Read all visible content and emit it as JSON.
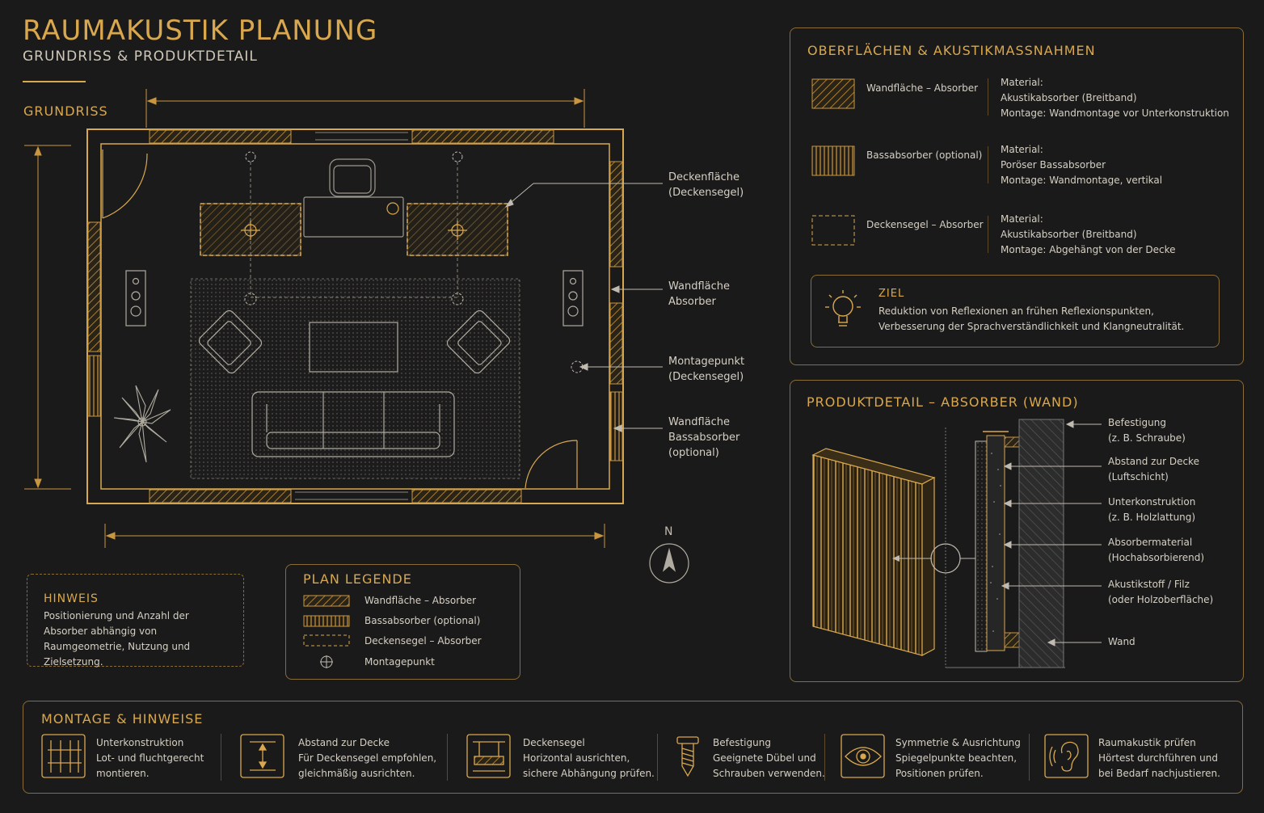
{
  "header": {
    "title": "RAUMAKUSTIK PLANUNG",
    "subtitle": "GRUNDRISS & PRODUKTDETAIL"
  },
  "floorplan": {
    "label": "GRUNDRISS",
    "callouts": [
      {
        "line1": "Deckenfläche",
        "line2": "(Deckensegel)"
      },
      {
        "line1": "Wandfläche",
        "line2": "Absorber"
      },
      {
        "line1": "Montagepunkt",
        "line2": "(Deckensegel)"
      },
      {
        "line1": "Wandfläche",
        "line2": "Bassabsorber",
        "line3": "(optional)"
      }
    ],
    "compass": "N"
  },
  "hint": {
    "title": "HINWEIS",
    "text": "Positionierung und Anzahl der Absorber abhängig von Raumgeometrie, Nutzung und Zielsetzung."
  },
  "legend": {
    "title": "PLAN LEGENDE",
    "items": [
      "Wandfläche – Absorber",
      "Bassabsorber (optional)",
      "Deckensegel – Absorber",
      "Montagepunkt"
    ]
  },
  "surfaces": {
    "title": "OBERFLÄCHEN & AKUSTIKMASSNAHMEN",
    "rows": [
      {
        "name": "Wandfläche – Absorber",
        "m1": "Material:",
        "m2": "Akustikabsorber (Breitband)",
        "m3": "Montage: Wandmontage vor Unterkonstruktion"
      },
      {
        "name": "Bassabsorber (optional)",
        "m1": "Material:",
        "m2": "Poröser Bassabsorber",
        "m3": "Montage: Wandmontage, vertikal"
      },
      {
        "name": "Deckensegel – Absorber",
        "m1": "Material:",
        "m2": "Akustikabsorber (Breitband)",
        "m3": "Montage: Abgehängt von der Decke"
      }
    ],
    "goal": {
      "title": "ZIEL",
      "line1": "Reduktion von Reflexionen an frühen Reflexionspunkten,",
      "line2": "Verbesserung der Sprachverständlichkeit und Klangneutralität."
    }
  },
  "product": {
    "title": "PRODUKTDETAIL – ABSORBER (WAND)",
    "labels": [
      {
        "line1": "Befestigung",
        "line2": "(z. B. Schraube)"
      },
      {
        "line1": "Abstand zur Decke",
        "line2": "(Luftschicht)"
      },
      {
        "line1": "Unterkonstruktion",
        "line2": "(z. B. Holzlattung)"
      },
      {
        "line1": "Absorbermaterial",
        "line2": "(Hochabsorbierend)"
      },
      {
        "line1": "Akustikstoff / Filz",
        "line2": "(oder Holzoberfläche)"
      },
      {
        "line1": "Wand",
        "line2": ""
      }
    ]
  },
  "mounting": {
    "title": "MONTAGE & HINWEISE",
    "items": [
      {
        "icon": "frame-icon",
        "t": "Unterkonstruktion",
        "l1": "Lot- und fluchtgerecht",
        "l2": "montieren."
      },
      {
        "icon": "distance-icon",
        "t": "Abstand zur Decke",
        "l1": "Für Deckensegel empfohlen,",
        "l2": "gleichmäßig ausrichten."
      },
      {
        "icon": "ceiling-panel-icon",
        "t": "Deckensegel",
        "l1": "Horizontal ausrichten,",
        "l2": "sichere Abhängung prüfen."
      },
      {
        "icon": "screw-icon",
        "t": "Befestigung",
        "l1": "Geeignete Dübel und",
        "l2": "Schrauben verwenden."
      },
      {
        "icon": "eye-icon",
        "t": "Symmetrie & Ausrichtung",
        "l1": "Spiegelpunkte beachten,",
        "l2": "Positionen prüfen."
      },
      {
        "icon": "ear-icon",
        "t": "Raumakustik prüfen",
        "l1": "Hörtest durchführen und",
        "l2": "bei Bedarf nachjustieren."
      }
    ]
  },
  "colors": {
    "accent": "#d9a84e",
    "background": "#1a1a1a",
    "text": "#d6d0c4"
  }
}
